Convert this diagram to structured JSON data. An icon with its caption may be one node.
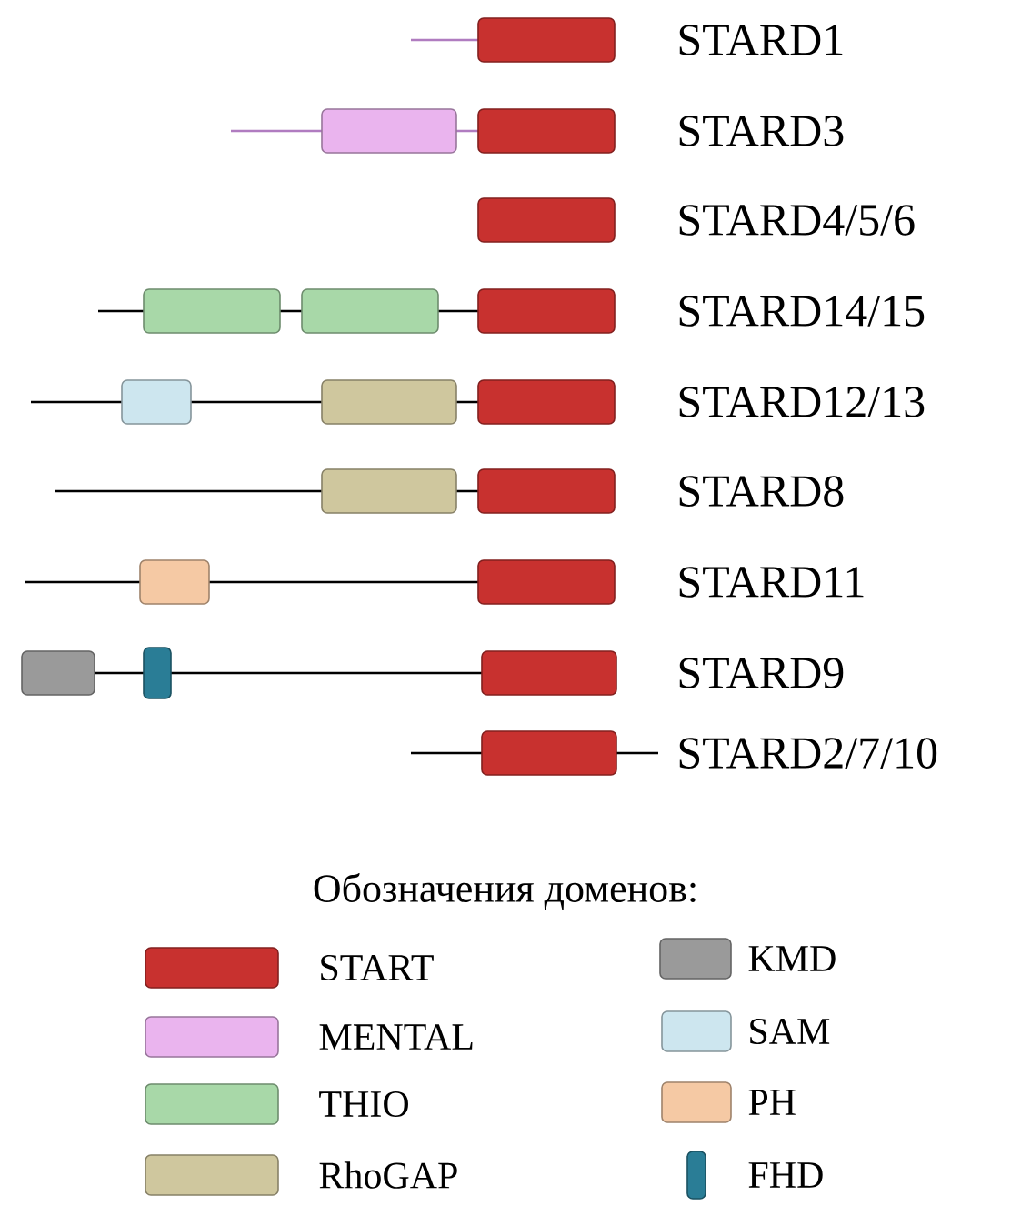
{
  "diagram": {
    "labels": [
      "STARD1",
      "STARD3",
      "STARD4/5/6",
      "STARD14/15",
      "STARD12/13",
      "STARD8",
      "STARD11",
      "STARD9",
      "STARD2/7/10",
      "Обозначения доменов:"
    ],
    "legend": [
      {
        "text": "START",
        "color": "#c8312f"
      },
      {
        "text": "MENTAL",
        "color": "#eab4ee"
      },
      {
        "text": "THIO",
        "color": "#a8d8a8"
      },
      {
        "text": "RhoGAP",
        "color": "#cfc79e"
      },
      {
        "text": "KMD",
        "color": "#9a9a9a"
      },
      {
        "text": "SAM",
        "color": "#cde6ef"
      },
      {
        "text": "PH",
        "color": "#f5c9a4"
      },
      {
        "text": "FHD",
        "color": "#2a7d96"
      }
    ]
  }
}
